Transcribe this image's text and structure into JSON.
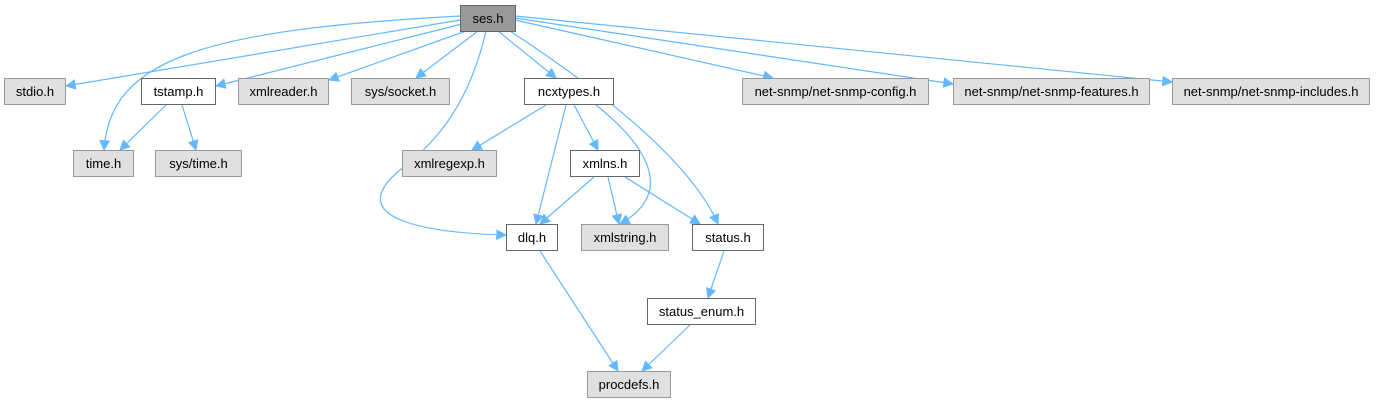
{
  "title": "ses.h include dependency graph",
  "colors": {
    "edge": "#63b8ff",
    "root_fill": "#999999",
    "documented_fill": "#ffffff",
    "external_fill": "#e0e0e0"
  },
  "nodes": {
    "ses": "ses.h",
    "stdio": "stdio.h",
    "tstamp": "tstamp.h",
    "xmlreader": "xmlreader.h",
    "socket": "sys/socket.h",
    "ncxtypes": "ncxtypes.h",
    "config": "net-snmp/net-snmp-config.h",
    "features": "net-snmp/net-snmp-features.h",
    "includes": "net-snmp/net-snmp-includes.h",
    "time": "time.h",
    "systime": "sys/time.h",
    "xmlregexp": "xmlregexp.h",
    "xmlns": "xmlns.h",
    "dlq": "dlq.h",
    "xmlstring": "xmlstring.h",
    "status": "status.h",
    "status_enum": "status_enum.h",
    "procdefs": "procdefs.h"
  },
  "edges": [
    [
      "ses",
      "stdio"
    ],
    [
      "ses",
      "tstamp"
    ],
    [
      "ses",
      "xmlreader"
    ],
    [
      "ses",
      "socket"
    ],
    [
      "ses",
      "ncxtypes"
    ],
    [
      "ses",
      "config"
    ],
    [
      "ses",
      "features"
    ],
    [
      "ses",
      "includes"
    ],
    [
      "ses",
      "time"
    ],
    [
      "ses",
      "dlq"
    ],
    [
      "ses",
      "status"
    ],
    [
      "tstamp",
      "time"
    ],
    [
      "tstamp",
      "systime"
    ],
    [
      "ncxtypes",
      "xmlregexp"
    ],
    [
      "ncxtypes",
      "xmlns"
    ],
    [
      "ncxtypes",
      "dlq"
    ],
    [
      "ncxtypes",
      "xmlstring"
    ],
    [
      "xmlns",
      "dlq"
    ],
    [
      "xmlns",
      "xmlstring"
    ],
    [
      "xmlns",
      "status"
    ],
    [
      "dlq",
      "procdefs"
    ],
    [
      "status",
      "status_enum"
    ],
    [
      "status_enum",
      "procdefs"
    ]
  ]
}
